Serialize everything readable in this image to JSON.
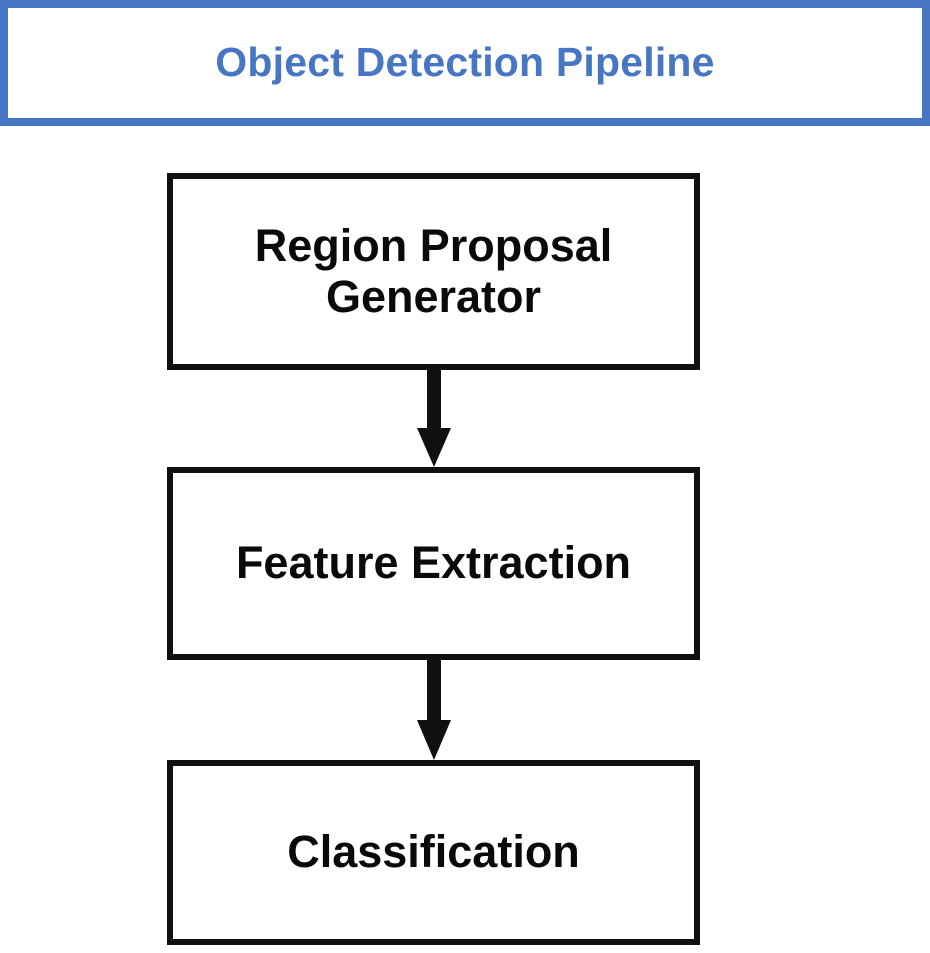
{
  "header": {
    "title": "Object Detection Pipeline",
    "banner_color": "#4777c4",
    "title_color": "#4777c4",
    "inner_fill": "#ffffff"
  },
  "diagram": {
    "type": "flowchart",
    "orientation": "top-to-bottom",
    "node_border_color": "#101010",
    "node_fill": "#ffffff",
    "node_text_color": "#0a0a0a",
    "arrow_color": "#101010",
    "nodes": [
      {
        "id": "region-proposal",
        "label": "Region Proposal\nGenerator"
      },
      {
        "id": "feature-extraction",
        "label": "Feature Extraction"
      },
      {
        "id": "classification",
        "label": "Classification"
      }
    ],
    "edges": [
      {
        "id": "arrow-1",
        "from": "region-proposal",
        "to": "feature-extraction",
        "glyph": "down-arrow"
      },
      {
        "id": "arrow-2",
        "from": "feature-extraction",
        "to": "classification",
        "glyph": "down-arrow"
      }
    ]
  }
}
